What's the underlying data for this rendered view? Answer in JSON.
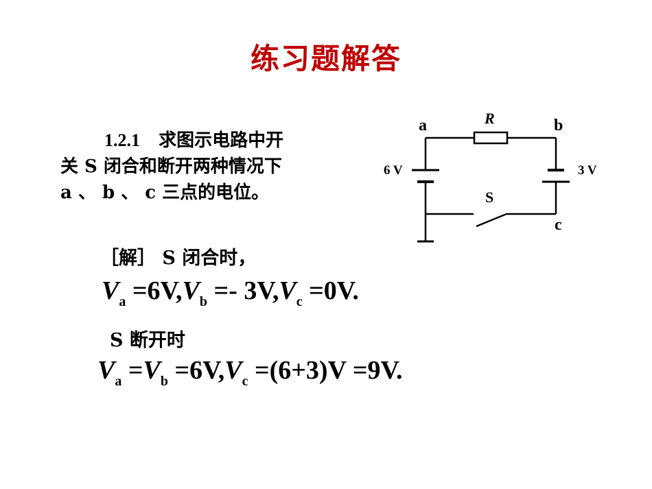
{
  "title": "练习题解答",
  "colors": {
    "title": "#c00000",
    "text": "#000000"
  },
  "problem": {
    "number": "1.2.1",
    "line1_text": "求图示电路中开",
    "line2": "关 S  闭合和断开两种情况下",
    "line3": "a 、 b 、 c  三点的电位。"
  },
  "circuit": {
    "label_a": "a",
    "label_b": "b",
    "label_c": "c",
    "label_R": "R",
    "label_S": "S",
    "source_left": "6 V",
    "source_right": "3 V"
  },
  "solution": {
    "header": "［解］  S  闭合时，",
    "closed_eq": {
      "va": "V",
      "a": "a",
      "p1": " =6V,",
      "vb": "V",
      "b": "b",
      "p2": " =- 3V,",
      "vc": "V",
      "c": "c",
      "p3": " =0V."
    },
    "open_header": "S  断开时",
    "open_eq": {
      "va": "V",
      "a": "a",
      "p1": " =",
      "vb": "V",
      "b": "b",
      "p2": " =6V,",
      "vc": "V",
      "c": "c",
      "p3": " =(6+3)V =9V."
    }
  }
}
